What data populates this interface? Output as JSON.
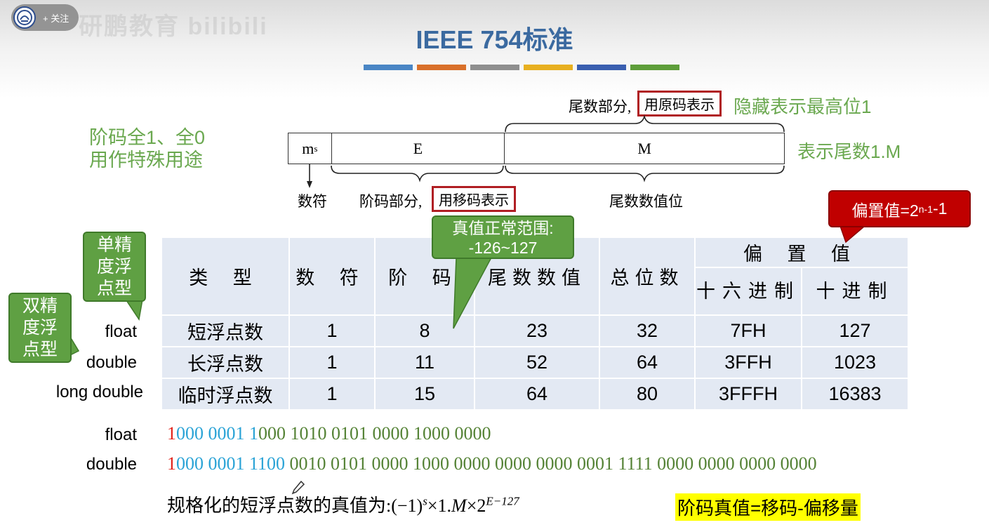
{
  "overlay": {
    "follow_label": "+ 关注",
    "watermark": "研鹏教育 bilibili"
  },
  "title": "IEEE 754标准",
  "title_bar_colors": [
    "#4a86c5",
    "#d9702a",
    "#8f8f8f",
    "#e8b020",
    "#3a5fb0",
    "#5e9e3a"
  ],
  "format": {
    "special_note_line1": "阶码全1、全0",
    "special_note_line2": "用作特殊用途",
    "mantissa_part_prefix": "尾数部分,",
    "mantissa_code": "用原码表示",
    "hidden_bit_note": "隐藏表示最高位1",
    "mantissa_value_note": "表示尾数1.M",
    "field_sign": "m",
    "field_sign_sub": "s",
    "field_exp": "E",
    "field_mantissa": "M",
    "sign_label": "数符",
    "exp_part_prefix": "阶码部分,",
    "exp_code": "用移码表示",
    "mantissa_bits_label": "尾数数值位"
  },
  "callouts": {
    "bias_text": "偏置值=2",
    "bias_sup": "n-1",
    "bias_tail": " -1",
    "range_line1": "真值正常范围:",
    "range_line2": "-126~127",
    "single_line1": "单精",
    "single_line2": "度浮",
    "single_line3": "点型",
    "double_line1": "双精",
    "double_line2": "度浮",
    "double_line3": "点型"
  },
  "table": {
    "headers": {
      "type": "类 型",
      "sign": "数 符",
      "exponent": "阶 码",
      "mantissa": "尾数数值",
      "total": "总位数",
      "bias": "偏 置 值",
      "hex": "十六进制",
      "dec": "十进制"
    },
    "row_labels": [
      "float",
      "double",
      "long double"
    ],
    "rows": [
      {
        "type": "短浮点数",
        "sign": "1",
        "exponent": "8",
        "mantissa": "23",
        "total": "32",
        "hex": "7FH",
        "dec": "127"
      },
      {
        "type": "长浮点数",
        "sign": "1",
        "exponent": "11",
        "mantissa": "52",
        "total": "64",
        "hex": "3FFH",
        "dec": "1023"
      },
      {
        "type": "临时浮点数",
        "sign": "1",
        "exponent": "15",
        "mantissa": "64",
        "total": "80",
        "hex": "3FFFH",
        "dec": "16383"
      }
    ]
  },
  "bits": {
    "float_label": "float",
    "double_label": "double",
    "float_sign": "1",
    "float_exp_a": "000 0001 1",
    "float_rest": "000 1010 0101 0000 1000 0000",
    "double_sign": "1",
    "double_exp": "000 0001 1100",
    "double_rest": " 0010 0101 0000 1000 0000 0000 0000 0001 1111 0000 0000 0000 0000"
  },
  "formula": {
    "text": "规格化的短浮点数的真值为:(−1)",
    "sup_s": "s",
    "mid": "×1.",
    "m": "M",
    "times": "×2",
    "sup_exp": "E−127"
  },
  "exp_true_note": "阶码真值=移码-偏移量"
}
